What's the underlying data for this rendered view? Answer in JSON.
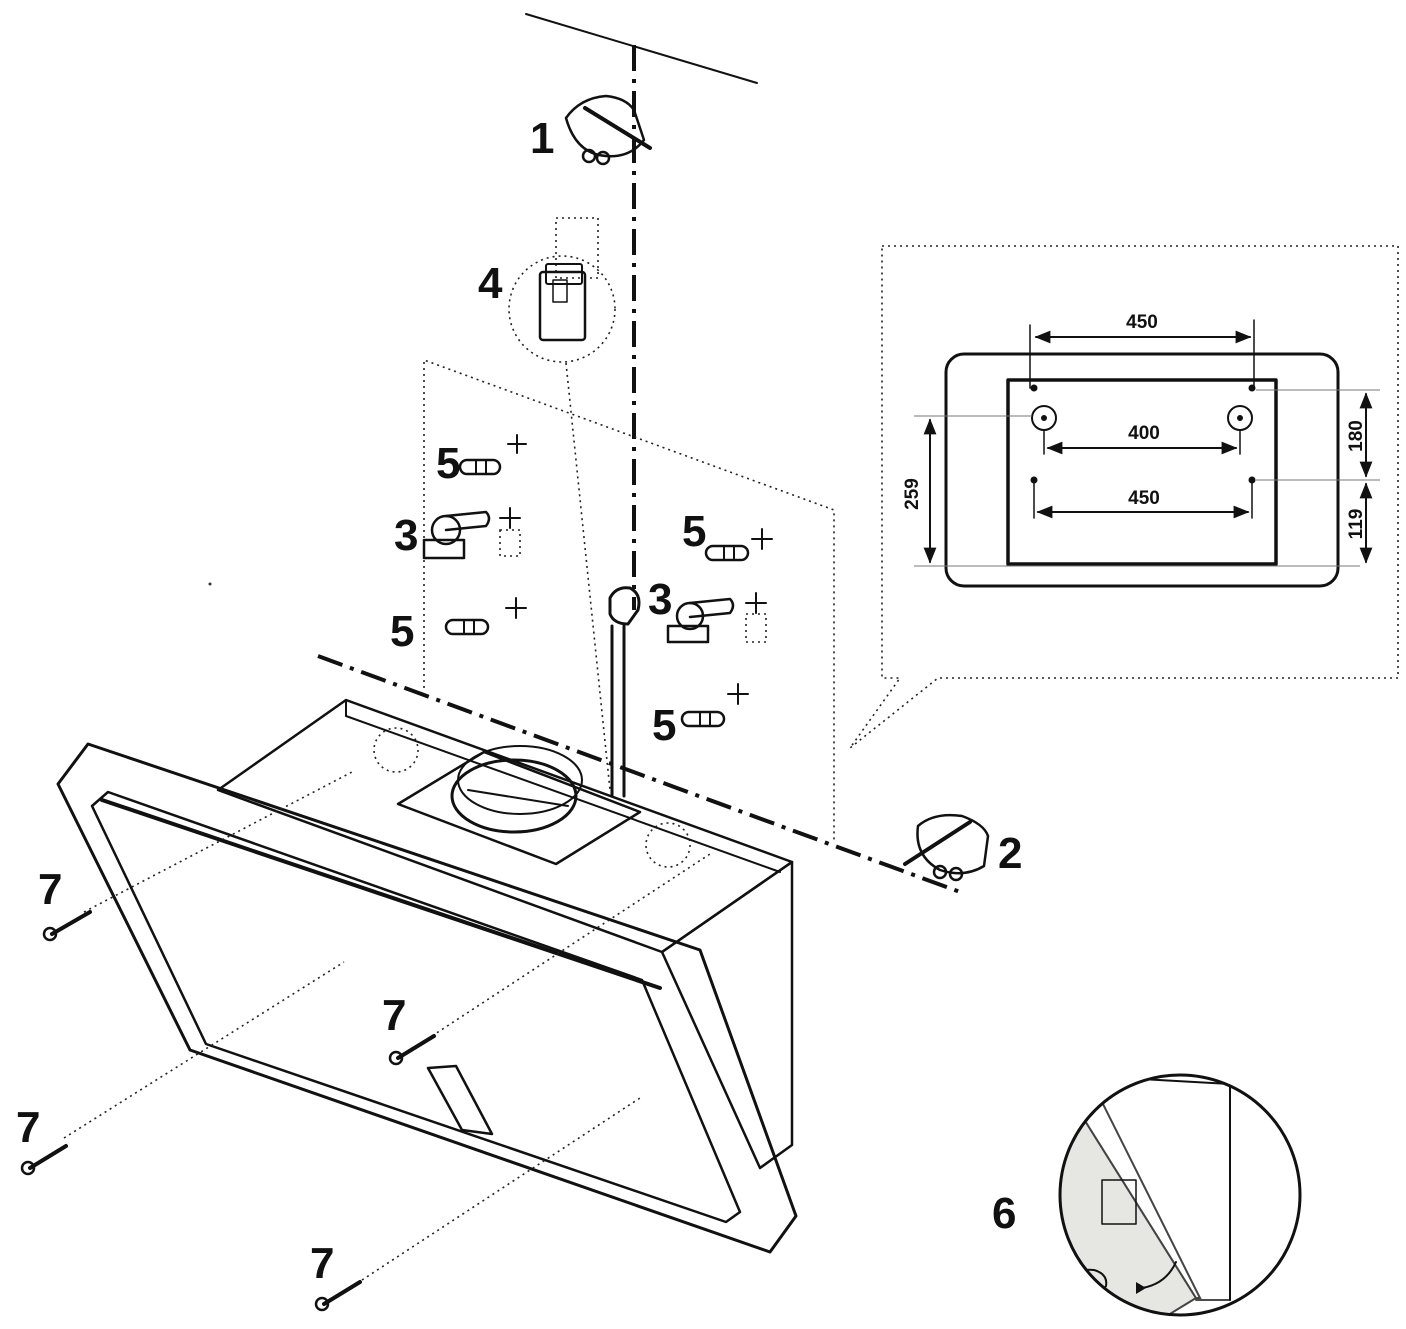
{
  "callouts": {
    "c1": "1",
    "c2": "2",
    "c3a": "3",
    "c3b": "3",
    "c4": "4",
    "c5a": "5",
    "c5b": "5",
    "c5c": "5",
    "c5d": "5",
    "c6": "6",
    "c7a": "7",
    "c7b": "7",
    "c7c": "7",
    "c7d": "7"
  },
  "dimensions": {
    "top_width": "450",
    "middle_width": "400",
    "bottom_width": "450",
    "left_height": "259",
    "upper_right_height": "180",
    "lower_right_height": "119"
  },
  "colors": {
    "line": "#111111",
    "glass_tint": "#e6e6e2",
    "background": "#ffffff"
  }
}
